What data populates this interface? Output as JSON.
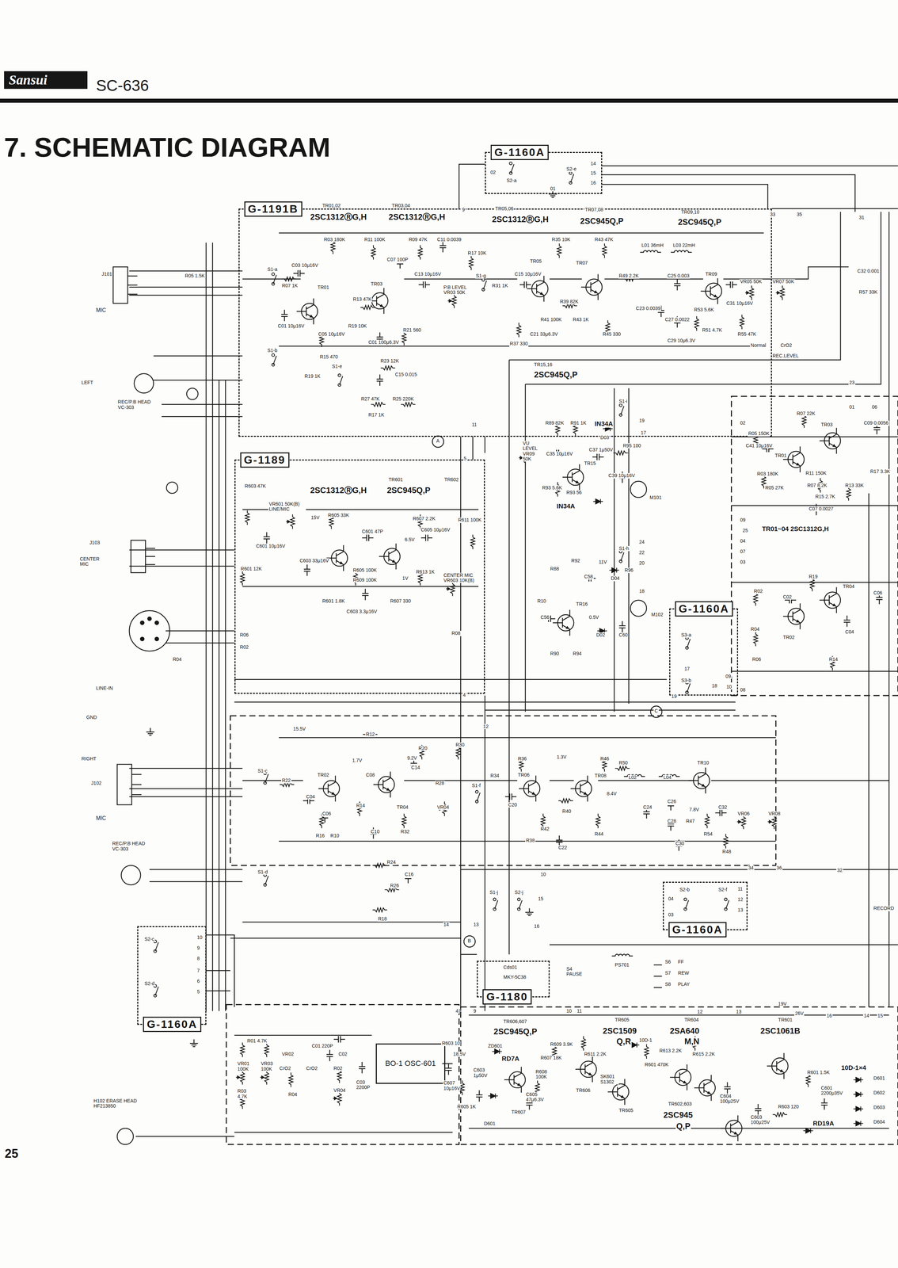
{
  "diagram": {
    "title": "7. SCHEMATIC DIAGRAM",
    "nodes": [
      {
        "text": [
          "G-1160A"
        ]
      },
      {
        "text": [
          "G-1191B"
        ]
      },
      {
        "text": [
          "G-1189"
        ]
      },
      {
        "text": [
          "G-1160A"
        ]
      },
      {
        "text": [
          "G-1160A"
        ]
      },
      {
        "text": [
          "G-1180"
        ]
      },
      {
        "text": [
          "G-1160A"
        ]
      },
      {
        "text": [
          "BO-1 OSC-601"
        ]
      }
    ],
    "edges": [
      {
        "from": 1,
        "to": 0,
        "arrow": "none"
      },
      {
        "from": 1,
        "to": 2,
        "arrow": "none"
      }
    ],
    "labels": [
      "Sansui",
      "SC-636",
      "25",
      "TR01,02",
      "2SC1312ⓇG,H",
      "TR03,04",
      "2SC1312ⓇG,H",
      "TR05,06",
      "2SC1312ⓇG,H",
      "TR07,08",
      "2SC945Q,P",
      "TR09,10",
      "2SC945Q,P",
      "J101",
      "MIC",
      "REC/P.B HEAD VC-303",
      "R05 1.5K",
      "S1-a",
      "S1-b",
      "R07 1K",
      "C03 10μ16V",
      "C01 10μ16V",
      "TR01",
      "R03 180K",
      "R11 100K",
      "C07 100P",
      "R09 47K",
      "C11 0.0039",
      "R17 10K",
      "TR03",
      "C13 10μ16V",
      "R13 47K",
      "C05 10μ16V",
      "R19 10K",
      "C01 100μ6.3V",
      "R21 560",
      "R15 470",
      "P.B LEVEL VR03 50K",
      "R31 1K",
      "C15 10μ16V",
      "TR05",
      "R35 10K",
      "R43 47K",
      "TR07",
      "R39 82K",
      "R41 100K",
      "R43 1K",
      "C21 33μ6.3V",
      "R37 330",
      "R45 330",
      "L01 36mH",
      "L03 22mH",
      "R49 2.2K",
      "C25 0.003",
      "C23 0.0039",
      "C27 0.0022",
      "R53 5.6K",
      "C29 10μ6.3V",
      "R51 4.7K",
      "TR09",
      "C31 10μ16V",
      "VR05 50K",
      "VR07 50K",
      "R55 47K",
      "Normal",
      "CrO2",
      "REC.LEVEL",
      "C32 0.001",
      "R57 33K",
      "R23 12K",
      "C15 0.015",
      "R27 47K",
      "R25 220K",
      "R17 1K",
      "R19 1K",
      "S1-e",
      "S1-g",
      "9",
      "11",
      "33",
      "35",
      "31",
      "23",
      "TR15,16",
      "2SC945Q,P",
      "S1-i",
      "IN34A",
      "VU LEVEL VR09 50K",
      "R89 82K",
      "R91 1K",
      "C35 10μ16V",
      "TR15",
      "C37 1μ50V",
      "D03",
      "R95 100",
      "17",
      "19",
      "M101",
      "IN34A",
      "C39 10μ16V",
      "R93 5.6K",
      "R93 56",
      "02",
      "01",
      "06",
      "R05 150K",
      "R07 22K",
      "TR03",
      "C41 10μ16V",
      "TR01",
      "R11 150K",
      "R03 180K",
      "R05 27K",
      "R07 8.2K",
      "R15 2.7K",
      "R13 33K",
      "C07 0.0027",
      "C09 0.0056",
      "R17 3.3K",
      "09",
      "25",
      "04",
      "07",
      "03",
      "TR01~04 2SC1312G,H",
      "TR02",
      "TR04",
      "R19",
      "C02",
      "R02",
      "R04",
      "R06",
      "C04",
      "R14",
      "C06",
      "08",
      "10",
      "09",
      "S1-h",
      "24",
      "22",
      "20",
      "R88",
      "R92",
      "11V",
      "C58",
      "D04",
      "R96",
      "R10",
      "TR16",
      "C56",
      "0.5V",
      "D02",
      "C60",
      "R90",
      "R94",
      "18",
      "M102",
      "S3-a",
      "S3-b",
      "17",
      "19",
      "18",
      "TR601",
      "TR602",
      "2SC1312ⓇG,H",
      "2SC945Q,P",
      "R603 47K",
      "VR601 50K(B) LINE/MIC",
      "15V",
      "R605 33K",
      "C601 47P",
      "R607 2.2K",
      "6.5V",
      "C605 10μ16V",
      "R611 100K",
      "C603 33μ16V",
      "R605 100K",
      "R609 100K",
      "1V",
      "R613 1K",
      "CENTER MIC VR603 10K(B)",
      "R601 12K",
      "C601 10μ16V",
      "R601 1.8K",
      "C603 3.3μ16V",
      "R607 330",
      "J103",
      "CENTER MIC",
      "LINE-IN",
      "GND",
      "RIGHT",
      "R08",
      "R06",
      "R02",
      "R04",
      "4",
      "5",
      "MIC",
      "15.5V",
      "R12",
      "R20",
      "9.2V",
      "C14",
      "R30",
      "1.7V",
      "TR02",
      "C08",
      "TR04",
      "R22",
      "C04",
      "C06",
      "R14",
      "R16",
      "R10",
      "C10",
      "R32",
      "R28",
      "VR04",
      "S1-c",
      "S1-d",
      "S1-f",
      "R34",
      "C20",
      "R36",
      "1.3V",
      "R46",
      "TR06",
      "TR08",
      "R40",
      "8.4V",
      "R42",
      "R38",
      "R44",
      "C22",
      "R50",
      "L02",
      "L04",
      "TR10",
      "C24",
      "C26",
      "C28",
      "R47",
      "7.8V",
      "C30",
      "R54",
      "C32",
      "VR06",
      "VR08",
      "R48",
      "J102",
      "REC/P.B HEAD VC-303",
      "R24",
      "C16",
      "R26",
      "R18",
      "10",
      "34",
      "36",
      "32",
      "S1-j",
      "S2-j",
      "15",
      "14",
      "13",
      "16",
      "12",
      "04",
      "03",
      "S2-b",
      "S2-f",
      "11",
      "12",
      "13",
      "RECORD",
      "Cds01",
      "MKY-5C38",
      "S4 PAUSE",
      "PS701",
      "S6",
      "FF",
      "S7",
      "REW",
      "S8",
      "PLAY",
      "19V",
      "26V",
      "16",
      "14",
      "15",
      "10",
      "11",
      "9",
      "4",
      "12",
      "13",
      "TR606,607",
      "2SC945Q,P",
      "TR605",
      "2SC1509",
      "Q,R",
      "TR604",
      "2SA640",
      "M,N",
      "TR601",
      "2SC1061B",
      "10D-1",
      "R609 3.9K",
      "RD7A",
      "R607 18K",
      "R611 2.2K",
      "SK601 S1302",
      "R601 470K",
      "R613 2.2K",
      "R615 2.2K",
      "TR602,603",
      "2SC945",
      "Q,P",
      "C604 100μ25V",
      "C603 100μ25V",
      "R603 120",
      "RD19A",
      "R601 1.5K",
      "C601 2200μ35V",
      "10D-1×4",
      "D601",
      "D602",
      "D603",
      "D604",
      "C603 1μ50V",
      "C605 47μ6.3V",
      "R605 1K",
      "18.5V",
      "R603 10",
      "C607 10μ16V",
      "R608 100K",
      "ZD601",
      "TR607",
      "D601",
      "TR606",
      "TR605",
      "C01 220P",
      "C02",
      "C03 2200P",
      "VR01 100K",
      "VR03 100K",
      "VR02",
      "R01 4.7K",
      "R02",
      "R03 4.7K",
      "R04",
      "CrO2",
      "VR04",
      "CrO2",
      "H102 ERASE HEAD HF213850",
      "S2-c",
      "S2-d",
      "10",
      "9",
      "8",
      "7",
      "6",
      "5",
      "A",
      "B",
      "C",
      "LEFT",
      "02",
      "01",
      "S2-a",
      "S2-e",
      "14",
      "15",
      "16"
    ]
  }
}
